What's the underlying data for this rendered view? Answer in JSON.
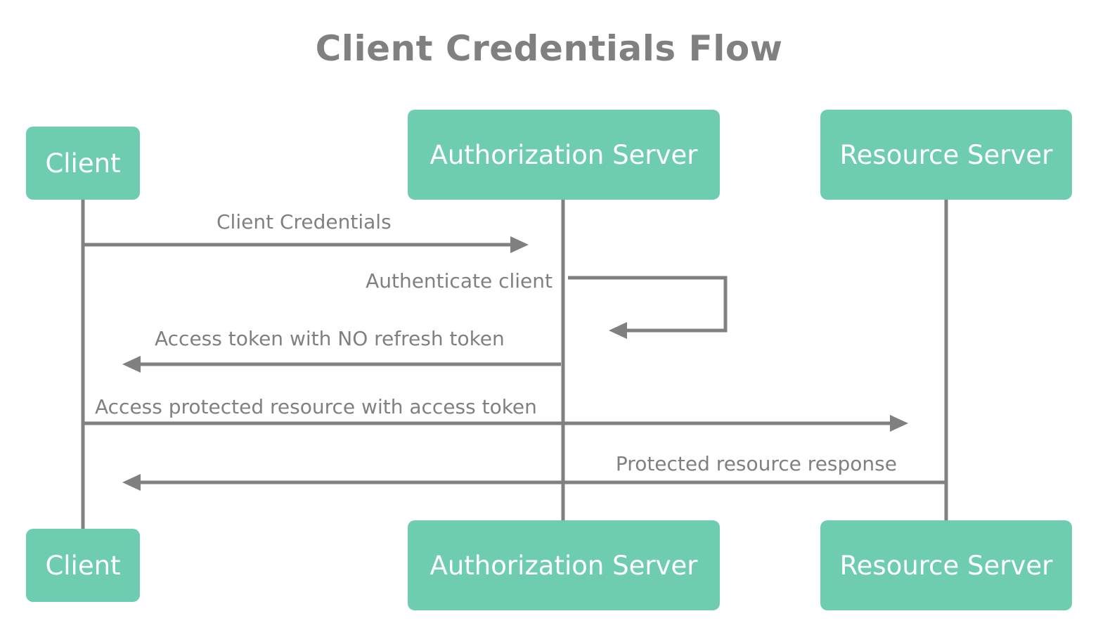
{
  "title": "Client Credentials Flow",
  "colors": {
    "box": "#6ecdb1",
    "box_text": "#ffffff",
    "line": "#808080",
    "text": "#808080"
  },
  "participants": {
    "client": "Client",
    "auth_server": "Authorization Server",
    "resource_server": "Resource Server"
  },
  "messages": [
    {
      "label": "Client Credentials",
      "from": "client",
      "to": "auth_server"
    },
    {
      "label": "Authenticate client",
      "from": "auth_server",
      "to": "auth_server"
    },
    {
      "label": "Access token with NO refresh token",
      "from": "auth_server",
      "to": "client"
    },
    {
      "label": "Access protected resource with access token",
      "from": "client",
      "to": "resource_server"
    },
    {
      "label": "Protected resource response",
      "from": "resource_server",
      "to": "client"
    }
  ]
}
